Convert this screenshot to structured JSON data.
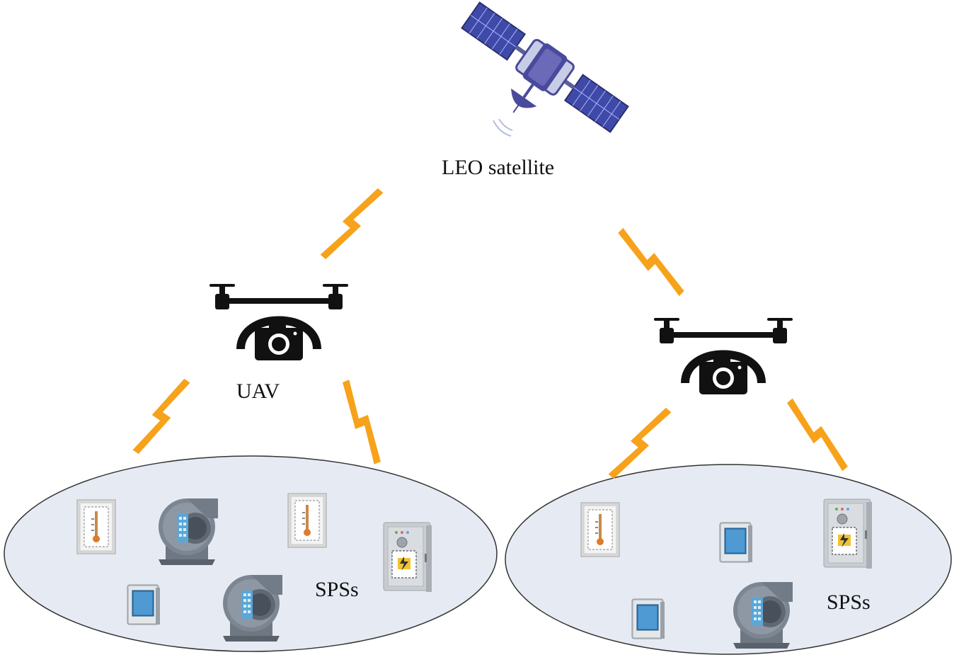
{
  "labels": {
    "satellite": "LEO satellite",
    "uav": "UAV",
    "sps_left": "SPSs",
    "sps_right": "SPSs"
  },
  "icons": {
    "satellite": "satellite-icon",
    "uav": "drone-camera-icon",
    "link": "lightning-bolt-icon",
    "sensor_thermometer": "thermometer-panel-icon",
    "sensor_fan": "blower-fan-icon",
    "sensor_display": "display-terminal-icon",
    "sensor_cabinet": "power-cabinet-icon"
  },
  "colors": {
    "bolt": "#f7a21b",
    "cluster_fill": "#e6ebf3",
    "cluster_stroke": "#333333",
    "satellite_body": "#4a4a9c",
    "drone": "#111111"
  }
}
